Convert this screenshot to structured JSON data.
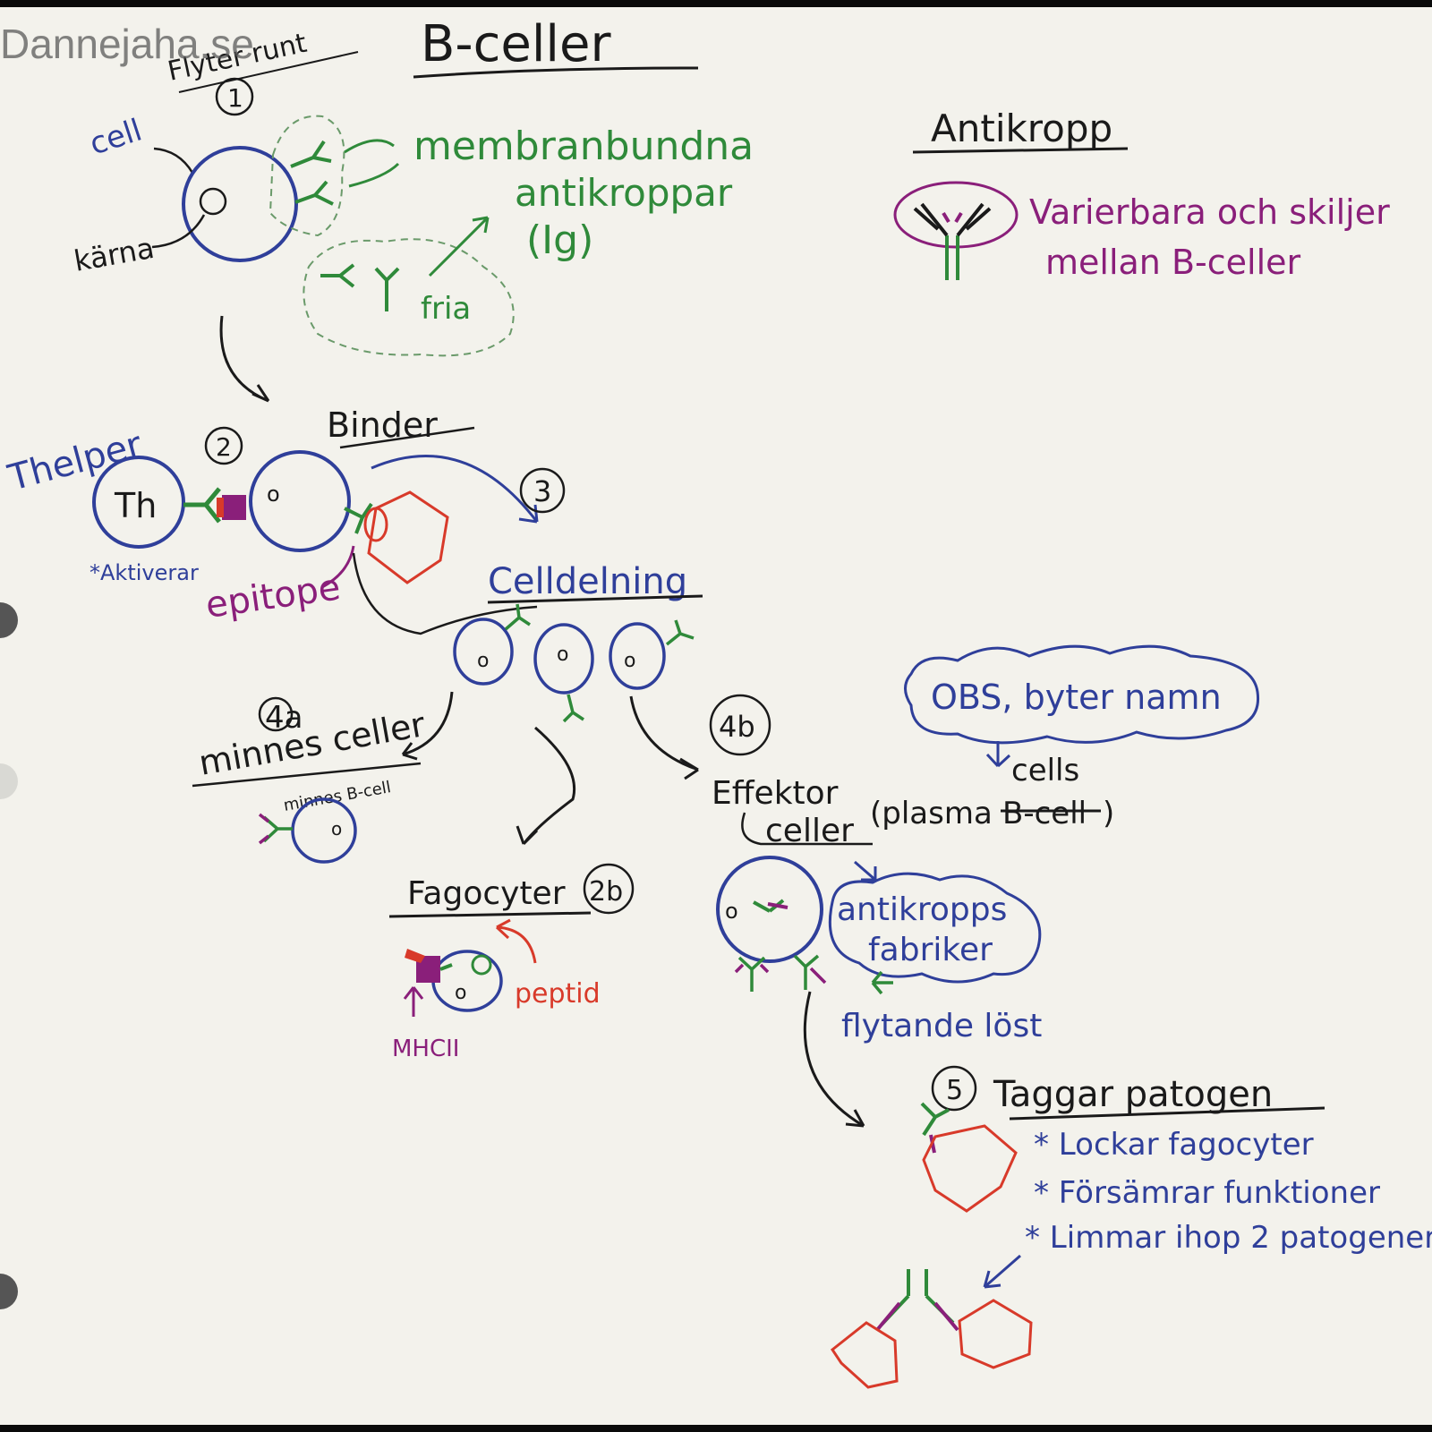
{
  "watermark": "Dannejaha.se",
  "title": "B-celler",
  "labels": {
    "flyter_runt": "Flyter runt",
    "step1": "1",
    "cell": "cell",
    "karna": "kärna",
    "membranbundna": "membranbundna",
    "antikroppar": "antikroppar",
    "ig": "(Ig)",
    "fria": "fria",
    "antikropp_title": "Antikropp",
    "varierbara_1": "Varierbara och skiljer",
    "varierbara_2": "mellan B-celler",
    "thelper": "Thelper",
    "th": "Th",
    "step2": "2",
    "aktiverar": "*Aktiverar",
    "binder": "Binder",
    "step3": "3",
    "epitope": "epitope",
    "celldelning": "Celldelning",
    "step4a": "4a",
    "minnes_celler": "minnes celler",
    "minnes_b_cell": "minnes B-cell",
    "step4b": "4b",
    "obs": "OBS, byter namn",
    "effektor": "Effektor",
    "celler": "celler",
    "plasma": "(plasma",
    "bcell_crossed": "B-cell",
    "cells": "cells",
    "paren_close": ")",
    "fagocyter": "Fagocyter",
    "step2b": "2b",
    "peptid": "peptid",
    "mhc": "MHCII",
    "antikropps": "antikropps",
    "fabriker": "fabriker",
    "flytande": "flytande löst",
    "step5": "5",
    "taggar": "Taggar patogen",
    "bullet1": "* Lockar fagocyter",
    "bullet2": "* Försämrar funktioner",
    "bullet3": "* Limmar ihop 2 patogener"
  }
}
